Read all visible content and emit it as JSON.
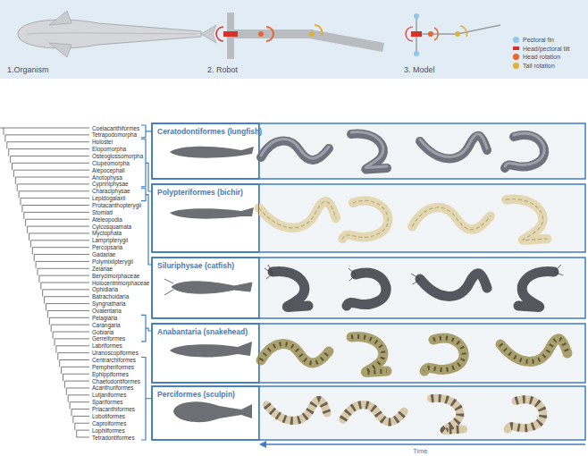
{
  "diagram": {
    "nodes": [
      {
        "text": [
          "Ceratodontiformes (lungfish)"
        ]
      },
      {
        "text": [
          "Polypteriformes (bichir)"
        ]
      },
      {
        "text": [
          "Siluriphysae (catfish)"
        ]
      },
      {
        "text": [
          "Anabantaria (snakehead)"
        ]
      },
      {
        "text": [
          "Perciformes (sculpin)"
        ]
      }
    ],
    "edges": [],
    "labels": [
      "1.Organism",
      "2. Robot",
      "3. Model",
      "Coelacanthiformes",
      "Tetrapodomorpha",
      "Holostei",
      "Elopomorpha",
      "Osteoglossomorpha",
      "Clupeomorpha",
      "Alepocephali",
      "Anotophysa",
      "Cypriniphysae",
      "Characiphysae",
      "Lepidogalaxii",
      "Protacanthopterygii",
      "Stomiati",
      "Ateleopodia",
      "Cylcosquamata",
      "Myctophata",
      "Lampripterygii",
      "Percopsaria",
      "Gadariae",
      "Polymixiipterygii",
      "Zeiariae",
      "Berycimorphaceae",
      "Holocentrimorphaceae",
      "Ophidiaria",
      "Batrachoidaria",
      "Syngnatharia",
      "Ovalentaria",
      "Pelagiaria",
      "Carangaria",
      "Gobiaria",
      "Gerreiformes",
      "Labriformes",
      "Uranoscopiformes",
      "Centrarchiformes",
      "Pempheriformes",
      "Ephippiformes",
      "Chaetodontiformes",
      "Acanthuriformes",
      "Lutjaniformes",
      "Spariformes",
      "Priacanthiformes",
      "Lobotiformes",
      "Caproiformes",
      "Lophiiformes",
      "Tetradontiformes",
      "Time"
    ],
    "legend": [
      {
        "text": "Pectoral fin",
        "color": "#8ec8ea"
      },
      {
        "text": "Head/pectoral tilt",
        "color": "#d9302a"
      },
      {
        "text": "Head rotation",
        "color": "#e8662e"
      },
      {
        "text": "Tail rotation",
        "color": "#e0b13a"
      }
    ]
  }
}
